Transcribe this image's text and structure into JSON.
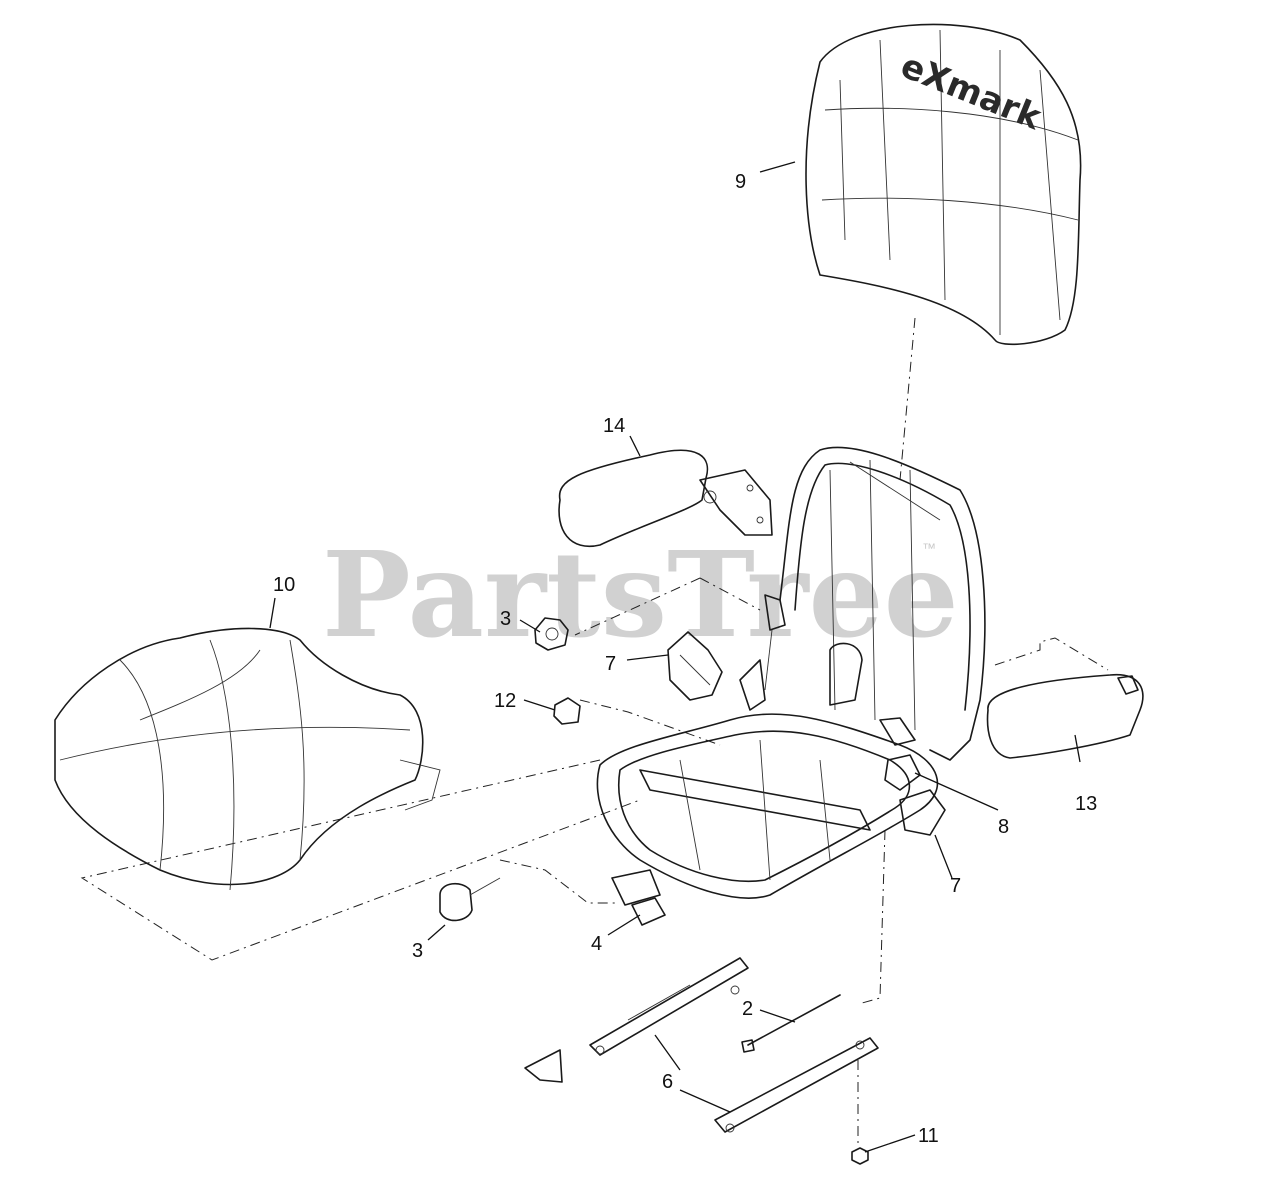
{
  "watermark": {
    "text": "PartsTree",
    "trademark": "™"
  },
  "brand_logo": {
    "text": "eXmark"
  },
  "callouts": {
    "c9": "9",
    "c14": "14",
    "c10": "10",
    "c3a": "3",
    "c7a": "7",
    "c12": "12",
    "c13": "13",
    "c8": "8",
    "c7b": "7",
    "c3b": "3",
    "c4": "4",
    "c2": "2",
    "c6": "6",
    "c11": "11"
  },
  "colors": {
    "line": "#1a1a1a",
    "watermark": "#c9c9c9",
    "background": "#ffffff"
  }
}
